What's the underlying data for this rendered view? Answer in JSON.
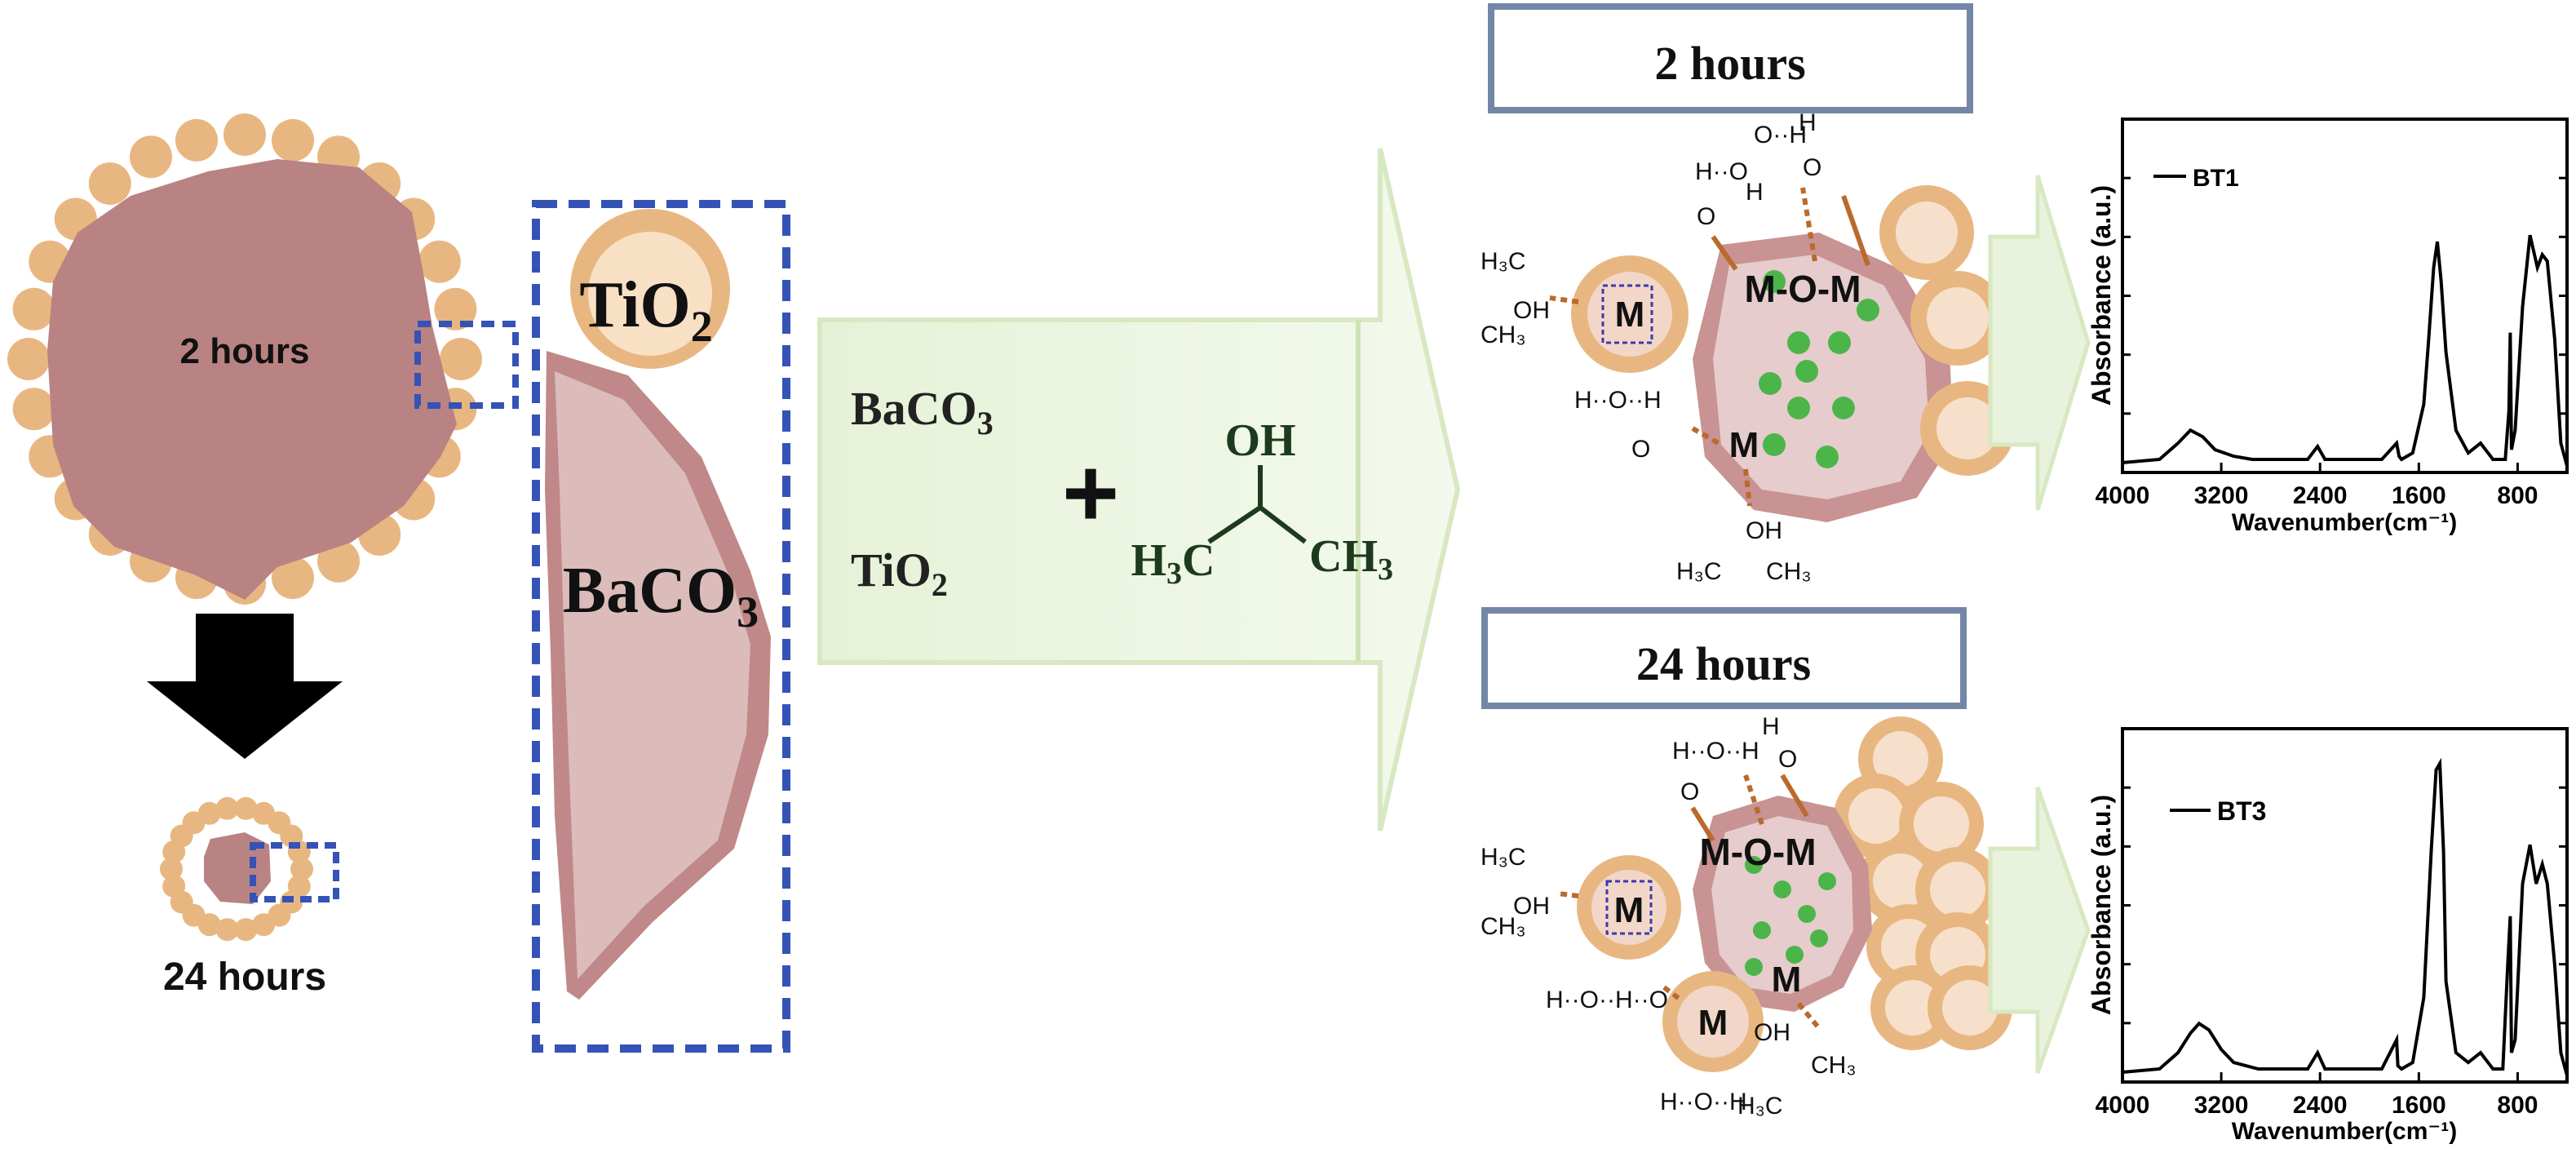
{
  "left_panel": {
    "large_particle_label": "2 hours",
    "small_particle_label": "24 hours"
  },
  "zoom_box": {
    "tio2_base": "TiO",
    "tio2_sub": "2",
    "baco3_base": "BaCO",
    "baco3_sub": "3"
  },
  "reactants": {
    "baco3_base": "BaCO",
    "baco3_sub": "3",
    "tio2_base": "TiO",
    "tio2_sub": "2",
    "plus": "+",
    "ipa_oh": "OH",
    "ipa_h3c": "H",
    "ipa_h3c_sub": "3",
    "ipa_h3c_c": "C",
    "ipa_ch3": "CH",
    "ipa_ch3_sub": "3"
  },
  "top_scheme": {
    "title": "2 hours",
    "mom_label": "M-O-M",
    "m_label": "M",
    "m2_label": "M"
  },
  "bottom_scheme": {
    "title": "24 hours",
    "mom_label": "M-O-M",
    "m_label": "M",
    "m2_label": "M",
    "m3_label": "M"
  },
  "chart_data": [
    {
      "type": "line",
      "xlabel": "Wavenumber(cm⁻¹)",
      "ylabel": "Absorbance (a.u.)",
      "x_ticks": [
        "4000",
        "3200",
        "2400",
        "1600",
        "800"
      ],
      "xlim": [
        4000,
        400
      ],
      "x_reversed": true,
      "grid": false,
      "legend": "top-left",
      "series": [
        {
          "name": "BT1",
          "color": "#000000",
          "x": [
            4000,
            3700,
            3550,
            3450,
            3350,
            3250,
            3100,
            2950,
            2500,
            2420,
            2360,
            2300,
            1900,
            1780,
            1760,
            1740,
            1650,
            1560,
            1520,
            1480,
            1450,
            1420,
            1380,
            1300,
            1200,
            1100,
            1000,
            900,
            870,
            860,
            850,
            820,
            760,
            700,
            640,
            600,
            560,
            500,
            450,
            400
          ],
          "y": [
            0.02,
            0.03,
            0.08,
            0.12,
            0.1,
            0.06,
            0.04,
            0.03,
            0.03,
            0.07,
            0.03,
            0.03,
            0.03,
            0.08,
            0.04,
            0.03,
            0.05,
            0.2,
            0.4,
            0.62,
            0.7,
            0.58,
            0.36,
            0.12,
            0.05,
            0.08,
            0.03,
            0.03,
            0.18,
            0.42,
            0.06,
            0.12,
            0.5,
            0.72,
            0.62,
            0.66,
            0.64,
            0.4,
            0.08,
            0.01
          ]
        },
        {
          "name": "BT3",
          "color": "#000000",
          "x": [
            4000,
            3700,
            3550,
            3450,
            3380,
            3300,
            3200,
            3100,
            3000,
            2900,
            2500,
            2420,
            2360,
            2300,
            1900,
            1780,
            1770,
            1740,
            1650,
            1560,
            1500,
            1460,
            1430,
            1400,
            1380,
            1300,
            1200,
            1100,
            1000,
            920,
            880,
            860,
            850,
            820,
            760,
            700,
            650,
            600,
            560,
            500,
            450,
            400
          ],
          "y": [
            0.02,
            0.03,
            0.08,
            0.14,
            0.17,
            0.15,
            0.09,
            0.05,
            0.04,
            0.03,
            0.03,
            0.08,
            0.03,
            0.03,
            0.03,
            0.12,
            0.04,
            0.03,
            0.05,
            0.25,
            0.7,
            0.95,
            0.97,
            0.7,
            0.3,
            0.08,
            0.05,
            0.08,
            0.03,
            0.03,
            0.35,
            0.5,
            0.08,
            0.12,
            0.6,
            0.72,
            0.6,
            0.66,
            0.6,
            0.35,
            0.08,
            0.01
          ]
        }
      ]
    }
  ]
}
